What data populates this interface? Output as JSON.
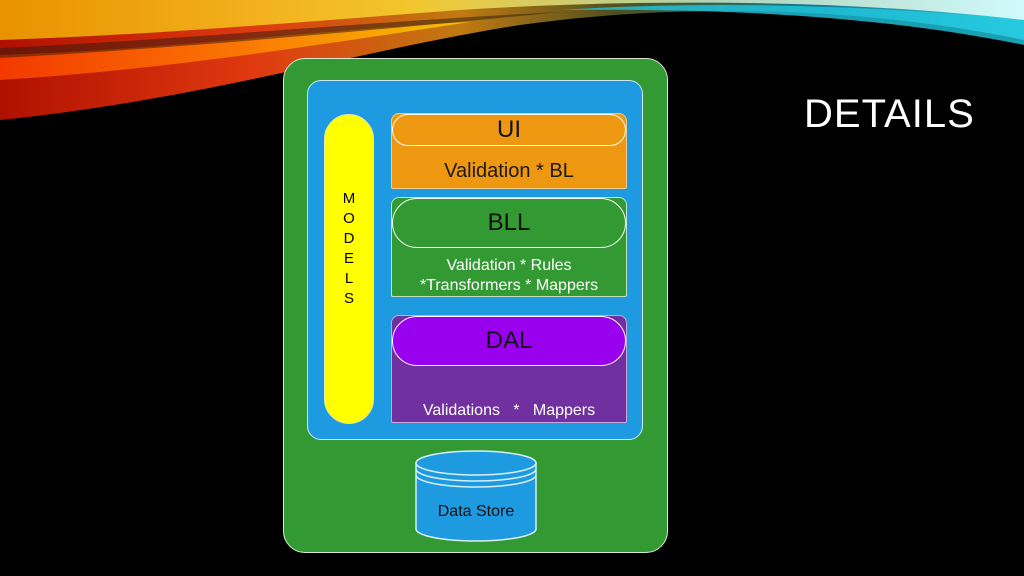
{
  "slide": {
    "title": "DETAILS"
  },
  "diagram": {
    "models_label": [
      "M",
      "O",
      "D",
      "E",
      "L",
      "S"
    ],
    "layers": {
      "ui": {
        "title": "UI",
        "lines": [
          "Validation * BL"
        ]
      },
      "bll": {
        "title": "BLL",
        "lines": [
          "Validation * Rules",
          "*Transformers * Mappers"
        ]
      },
      "dal": {
        "title": "DAL",
        "lines": [
          "Validations   *   Mappers"
        ]
      }
    },
    "data_store": "Data Store"
  },
  "colors": {
    "background": "#000000",
    "outer_container": "#339933",
    "inner_container": "#1e9be0",
    "models_bar": "#ffff00",
    "ui_layer": "#ee9811",
    "bll_layer": "#339933",
    "dal_header": "#9900ee",
    "dal_body": "#7030a0",
    "data_store": "#1e9be0"
  }
}
